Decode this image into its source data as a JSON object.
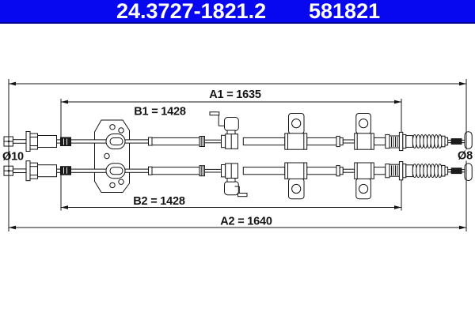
{
  "header": {
    "part_number": "24.3727-1821.2",
    "ref_number": "581821",
    "bar_color": "#0808f0"
  },
  "diagram": {
    "line_color": "#141414",
    "dimensions": {
      "a1": "A1 = 1635",
      "b1": "B1 = 1428",
      "b2": "B2 = 1428",
      "a2": "A2 = 1640"
    },
    "diameters": {
      "left": "Ø10",
      "right": "Ø8"
    }
  }
}
